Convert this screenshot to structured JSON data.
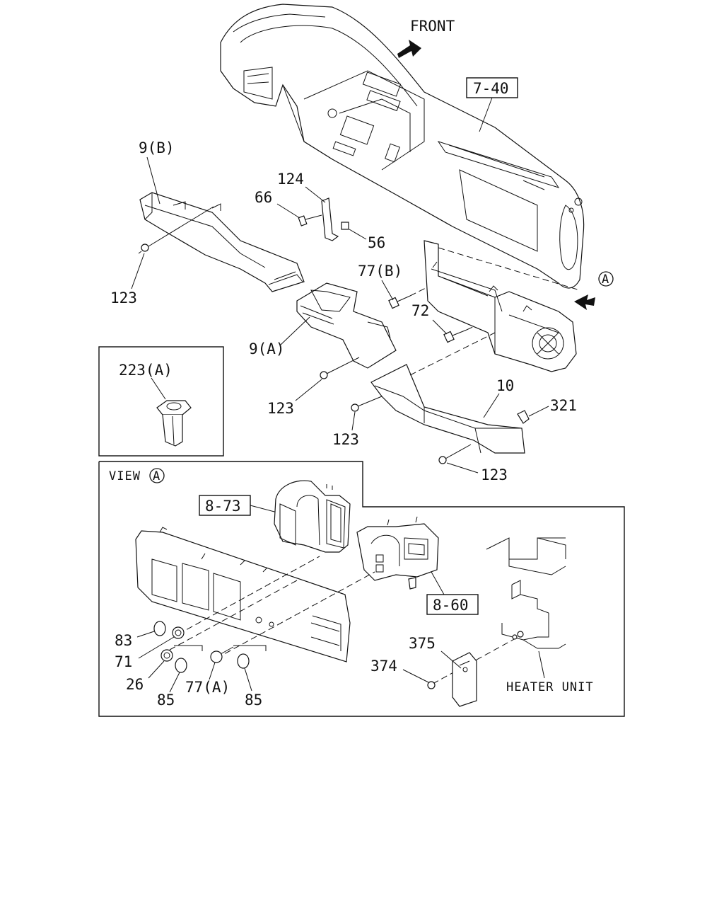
{
  "labels": {
    "front": "FRONT",
    "ref_7_40": "7-40",
    "ref_8_73": "8-73",
    "ref_8_60": "8-60",
    "p9b": "9(B)",
    "p124": "124",
    "p66": "66",
    "p56": "56",
    "p123_a": "123",
    "p77b": "77(B)",
    "p72": "72",
    "p9a": "9(A)",
    "p123_b": "123",
    "p10": "10",
    "p321": "321",
    "p123_c": "123",
    "p123_d": "123",
    "p223a": "223(A)",
    "view": "VIEW",
    "view_mark": "A",
    "callout_a": "A",
    "p83": "83",
    "p71": "71",
    "p26": "26",
    "p85_a": "85",
    "p77a": "77(A)",
    "p85_b": "85",
    "p375": "375",
    "p374": "374",
    "heater_unit": "HEATER UNIT"
  }
}
